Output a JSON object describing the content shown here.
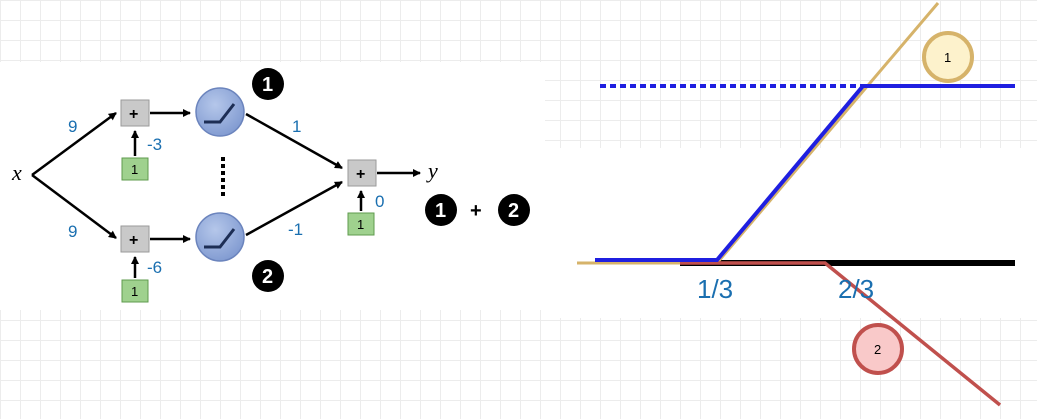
{
  "network": {
    "input_label": "x",
    "output_label": "y",
    "sum_symbol": "+",
    "bias_input": "1",
    "weights": {
      "x_to_top": "9",
      "x_to_bottom": "9",
      "bias_top": "-3",
      "bias_bottom": "-6",
      "top_to_out": "1",
      "bottom_to_out": "-1",
      "bias_out": "0"
    },
    "badges": {
      "top": "1",
      "bottom": "2",
      "combo_left": "1",
      "combo_plus": "+",
      "combo_right": "2"
    }
  },
  "graph": {
    "x_ticks": [
      "1/3",
      "2/3"
    ],
    "markers": {
      "one": "1",
      "two": "2"
    },
    "colors": {
      "result": "#1f1fe0",
      "relu_one": "#d6b36a",
      "relu_two": "#c0504d",
      "axis": "#000000",
      "marker_one_fill": "#fdf2cc",
      "marker_two_fill": "#f9c9c9"
    }
  }
}
